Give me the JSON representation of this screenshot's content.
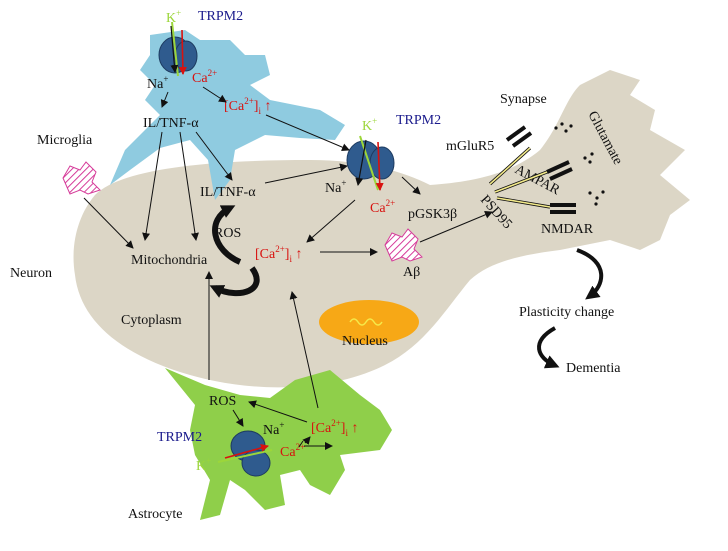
{
  "colors": {
    "microglia_fill": "#8fcbe0",
    "neuron_fill": "#dcd6c6",
    "astrocyte_fill": "#8fcf4a",
    "channel_fill": "#2f5b8e",
    "nucleus_fill": "#f7a816",
    "ion_red": "#d8120f",
    "ion_green": "#9cd63a",
    "trpm2_blue": "#1a1a8c",
    "abeta_pink": "#d63c9a"
  },
  "labels": {
    "microglia": "Microglia",
    "neuron": "Neuron",
    "cytoplasm": "Cytoplasm",
    "astrocyte": "Astrocyte",
    "nucleus": "Nucleus",
    "synapse": "Synapse",
    "glutamate": "Glutamate",
    "mglur5": "mGluR5",
    "ampar": "AMPAR",
    "psd95": "PSD95",
    "nmdar": "NMDAR",
    "plasticity": "Plasticity change",
    "dementia": "Dementia",
    "mitochondria": "Mitochondria",
    "pgsk3b": "pGSK3β",
    "abeta": "Aβ"
  },
  "microglia": {
    "trpm2": "TRPM2",
    "k_ion": "K",
    "k_sup": "+",
    "na_ion": "Na",
    "na_sup": "+",
    "ca_ion": "Ca",
    "ca_sup": "2+",
    "cai_base": "[Ca",
    "cai_sup": "2+",
    "cai_close": "]",
    "cai_sub": "i",
    "cai_arrow": " ↑",
    "cytokine": "IL/TNF-α"
  },
  "neuron_channel": {
    "trpm2": "TRPM2",
    "k_ion": "K",
    "k_sup": "+",
    "na_ion": "Na",
    "na_sup": "+",
    "ca_ion": "Ca",
    "ca_sup": "2+",
    "cytokine": "IL/TNF-α",
    "ros": "ROS",
    "cai_base": "[Ca",
    "cai_sup": "2+",
    "cai_close": "]",
    "cai_sub": "i",
    "cai_arrow": " ↑"
  },
  "astrocyte": {
    "trpm2": "TRPM2",
    "k_ion": "K",
    "k_sup": "+",
    "na_ion": "Na",
    "na_sup": "+",
    "ca_ion": "Ca",
    "ca_sup": "2+",
    "ros": "ROS",
    "cai_base": "[Ca",
    "cai_sup": "2+",
    "cai_close": "]",
    "cai_sub": "i",
    "cai_arrow": " ↑"
  }
}
